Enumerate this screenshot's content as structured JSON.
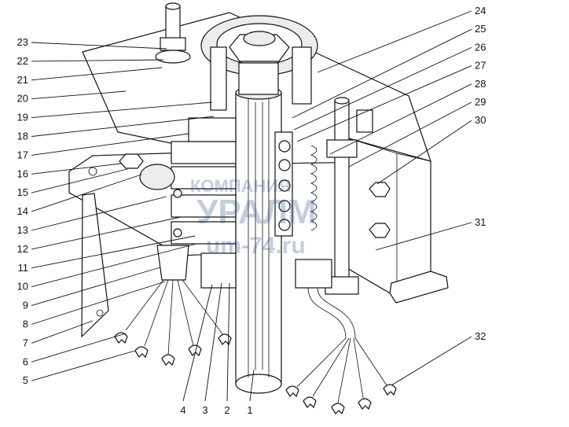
{
  "watermark": {
    "line1": "КОМПАНИЯ",
    "line2": "УРАЛМ",
    "line3": "um-74.ru",
    "color": "#2b4f8a"
  },
  "callouts": {
    "left": [
      "23",
      "22",
      "21",
      "20",
      "19",
      "18",
      "17",
      "16",
      "15",
      "14",
      "13",
      "12",
      "11",
      "10",
      "9",
      "8",
      "7",
      "6",
      "5"
    ],
    "bottom": [
      "4",
      "3",
      "2",
      "1"
    ],
    "right": [
      "24",
      "25",
      "26",
      "27",
      "28",
      "29",
      "30",
      "31",
      "32"
    ]
  }
}
